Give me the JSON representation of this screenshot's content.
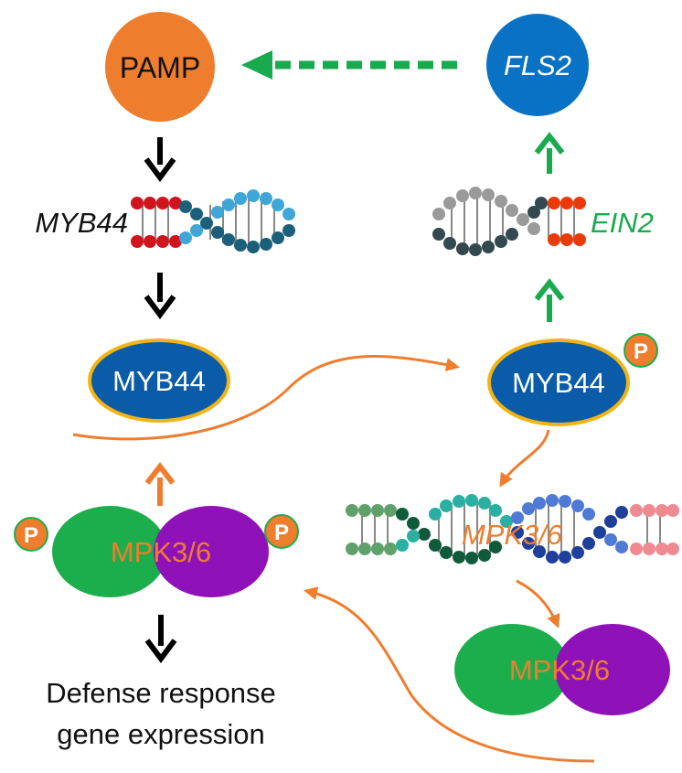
{
  "colors": {
    "pamp": "#ee7d2e",
    "fls2": "#0a72c4",
    "myb44_fill": "#0a5ca8",
    "myb44_border": "#f2b414",
    "phospho": "#ee7d2e",
    "mpk_green": "#1cae4c",
    "mpk_purple": "#8f12b8",
    "arrow_black": "#000000",
    "arrow_green": "#1aaa4e",
    "arrow_orange": "#ee7d2e",
    "label_green": "#1aaa4e",
    "label_orange": "#ee7d2e"
  },
  "nodes": {
    "pamp": "PAMP",
    "fls2": "FLS2",
    "myb44_gene": "MYB44",
    "ein2_gene": "EIN2",
    "myb44_protein_left": "MYB44",
    "myb44_protein_right": "MYB44",
    "mpk_complex_left": "MPK3/6",
    "mpk_gene": "MPK3/6",
    "mpk_complex_right": "MPK3/6",
    "phospho_label": "P"
  },
  "output": {
    "line1": "Defense response",
    "line2": "gene expression"
  }
}
